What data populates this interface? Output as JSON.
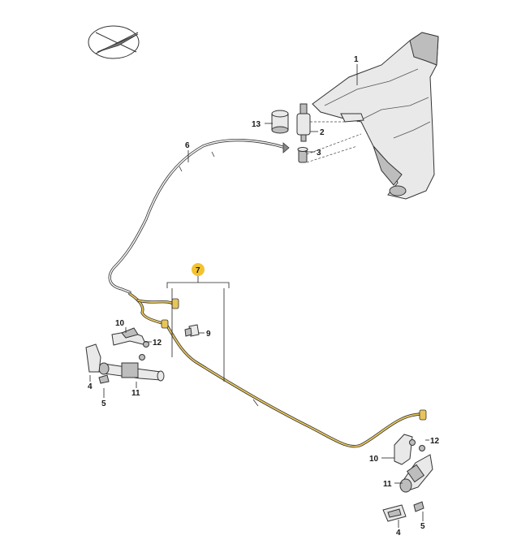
{
  "callouts": {
    "c1": "1",
    "c2": "2",
    "c3": "3",
    "c4a": "4",
    "c4b": "4",
    "c5a": "5",
    "c5b": "5",
    "c6": "6",
    "c7": "7",
    "c9": "9",
    "c10a": "10",
    "c10b": "10",
    "c11a": "11",
    "c11b": "11",
    "c12a": "12",
    "c12b": "12",
    "c13": "13"
  },
  "colors": {
    "highlight": "#f2c230",
    "hose_highlight": "#e8c55a",
    "outline": "#333333"
  },
  "icons": {
    "compass": "direction-arrow-icon"
  }
}
